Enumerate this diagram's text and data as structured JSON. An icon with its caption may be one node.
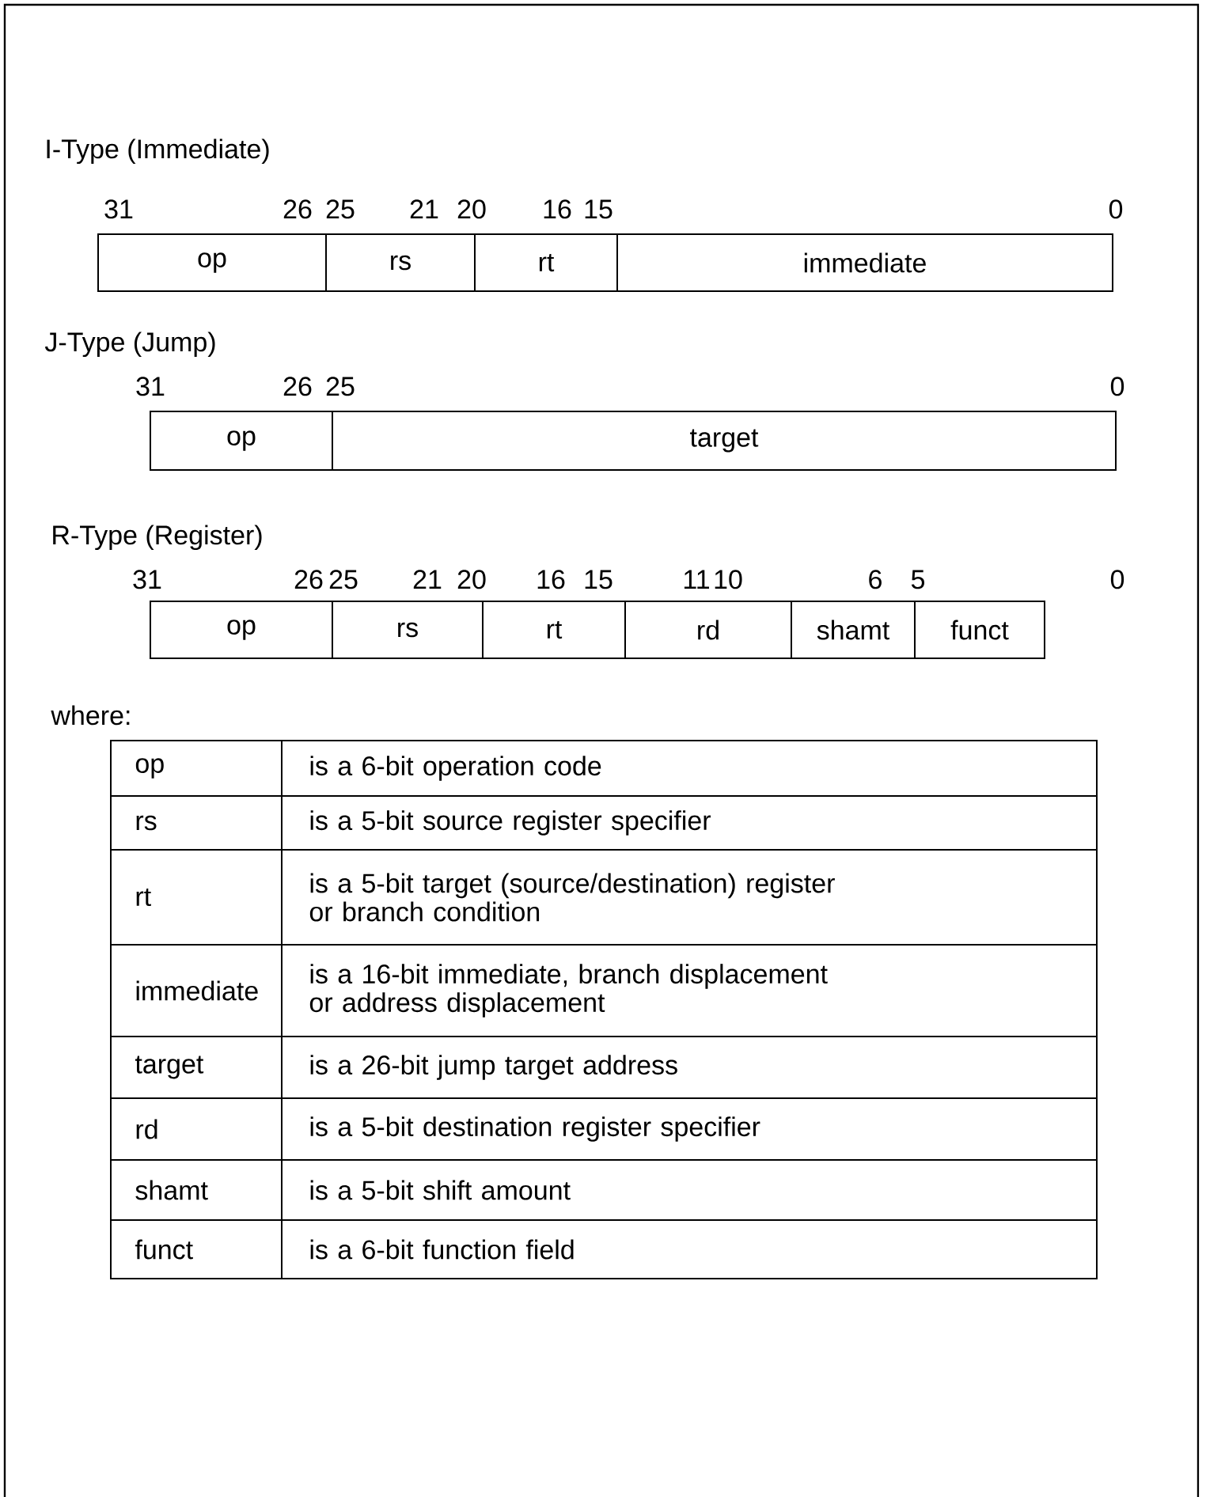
{
  "diagram": {
    "nodes": [
      {
        "text": [
          "op"
        ]
      },
      {
        "text": [
          "rs"
        ]
      },
      {
        "text": [
          "rt"
        ]
      },
      {
        "text": [
          "immediate"
        ]
      },
      {
        "text": [
          "op"
        ]
      },
      {
        "text": [
          "target"
        ]
      },
      {
        "text": [
          "op"
        ]
      },
      {
        "text": [
          "rs"
        ]
      },
      {
        "text": [
          "rt"
        ]
      },
      {
        "text": [
          "rd"
        ]
      },
      {
        "text": [
          "shamt"
        ]
      },
      {
        "text": [
          "funct"
        ]
      }
    ],
    "labels": [
      "I-Type (Immediate)",
      "31",
      "26",
      "25",
      "21",
      "20",
      "16",
      "15",
      "0",
      "J-Type (Jump)",
      "31",
      "26",
      "25",
      "0",
      "R-Type (Register)",
      "31",
      "26",
      "25",
      "21",
      "20",
      "16",
      "15",
      "11",
      "10",
      "6",
      "5",
      "0",
      "where:",
      "op",
      "is a 6-bit operation code",
      "rs",
      "is a 5-bit source register specifier",
      "rt",
      "is a 5-bit target (source/destination) register or branch condition",
      "immediate",
      "is a 16-bit immediate, branch displacement or address displacement",
      "target",
      "is a 26-bit jump target address",
      "rd",
      "is a 5-bit destination register specifier",
      "shamt",
      "is a 5-bit shift amount",
      "funct",
      "is a 6-bit function field"
    ]
  }
}
